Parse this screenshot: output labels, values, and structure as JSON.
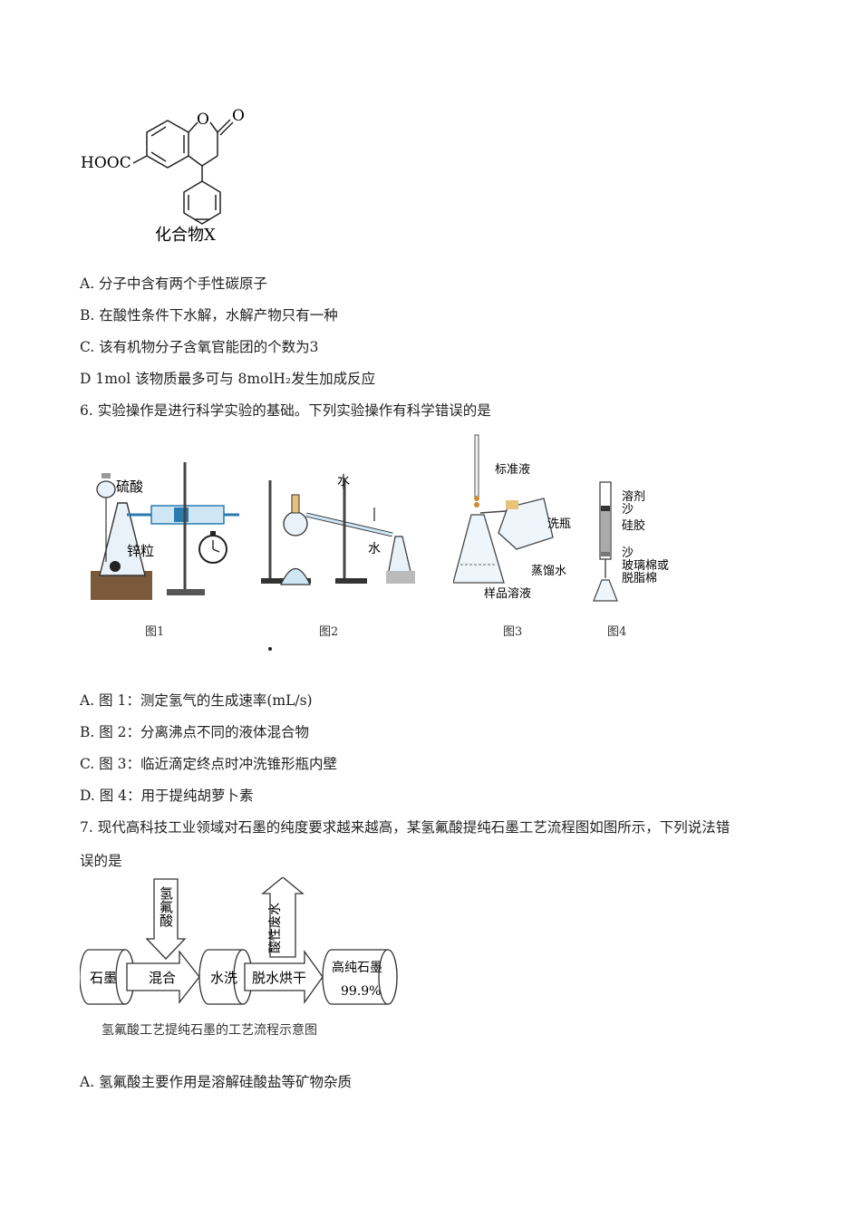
{
  "compound": {
    "group_label": "HOOC",
    "ring_o": "O",
    "carbonyl_o": "O",
    "name": "化合物X"
  },
  "q5_options": [
    "A.  分子中含有两个手性碳原子",
    "B.  在酸性条件下水解，水解产物只有一种",
    "C.  该有机物分子含氧官能团的个数为3",
    "D  1mol 该物质最多可与 8molH₂发生加成反应"
  ],
  "q6": {
    "stem": "6.  实验操作是进行科学实验的基础。下列实验操作有科学错误的是",
    "figures": {
      "fig1": {
        "caption": "图1",
        "label_acid": "硫酸",
        "label_zinc": "锌粒"
      },
      "fig2": {
        "caption": "图2",
        "label_water_out": "水",
        "label_water_in": "水"
      },
      "fig3": {
        "caption": "图3",
        "label_std": "标准液",
        "label_bottle": "洗瓶",
        "label_distilled": "蒸馏水",
        "label_sample": "样品溶液"
      },
      "fig4": {
        "caption": "图4",
        "label_solvent": "溶剂",
        "label_sand1": "沙",
        "label_silica": "硅胶",
        "label_sand2": "沙",
        "label_cotton1": "玻璃棉或",
        "label_cotton2": "脱脂棉"
      }
    },
    "options": [
      "A.  图 1：测定氢气的生成速率(mL/s)",
      "B.  图 2：分离沸点不同的液体混合物",
      "C.  图 3：临近滴定终点时冲洗锥形瓶内壁",
      "D.  图 4：用于提纯胡萝卜素"
    ]
  },
  "q7": {
    "stem_line1": "7.  现代高科技工业领域对石墨的纯度要求越来越高，某氢氟酸提纯石墨工艺流程图如图所示，下列说法错",
    "stem_line2": "误的是",
    "flow": {
      "input_top": "氢氟酸",
      "output_top": "酸性废水",
      "graphite": "石墨",
      "mix": "混合",
      "wash": "水洗",
      "dry": "脱水烘干",
      "product_line1": "高纯石墨",
      "product_line2": "99.9%",
      "caption": "氢氟酸工艺提纯石墨的工艺流程示意图"
    },
    "option_a": "A.  氢氟酸主要作用是溶解硅酸盐等矿物杂质"
  }
}
